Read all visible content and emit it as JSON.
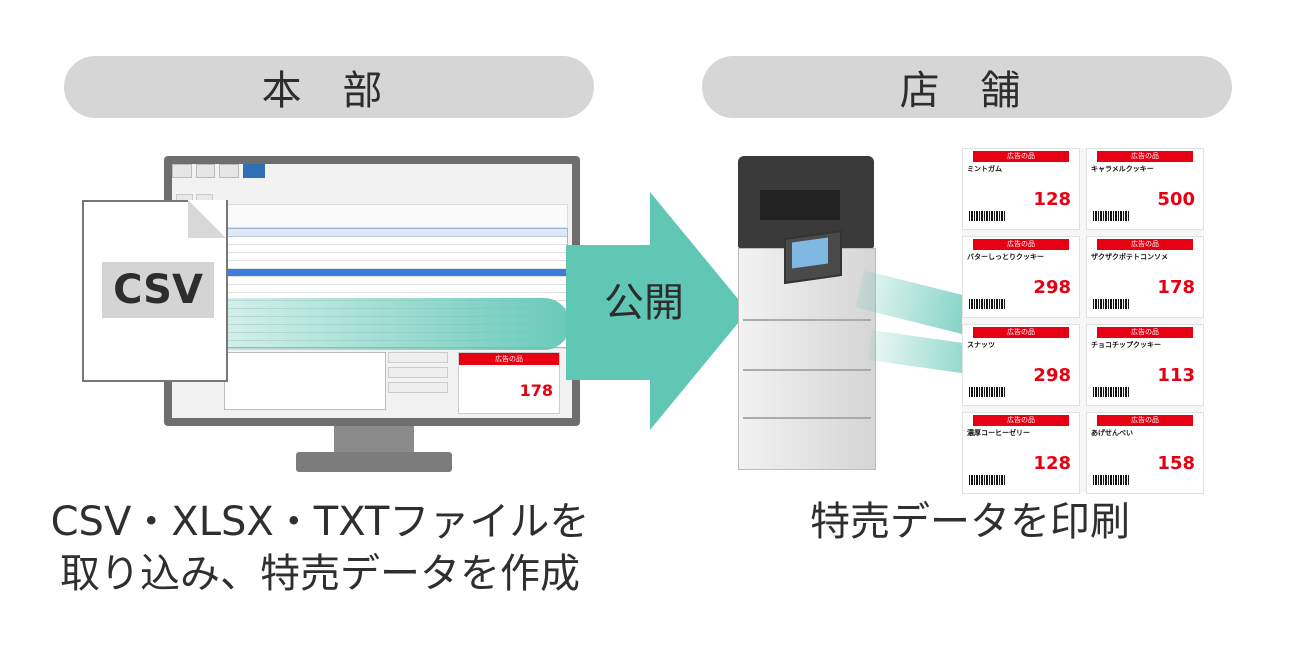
{
  "sections": {
    "headquarters": {
      "label": "本 部"
    },
    "store": {
      "label": "店 舗"
    }
  },
  "flow": {
    "publish_label": "公開"
  },
  "captions": {
    "headquarters_line1": "CSV・XLSX・TXTファイルを",
    "headquarters_line2": "取り込み、特売データを作成",
    "store": "特売データを印刷"
  },
  "csv_file": {
    "label": "CSV"
  },
  "colors": {
    "teal": "#61c7b5",
    "accent_red": "#e60012",
    "pill_gray": "#d6d6d6"
  },
  "tags": [
    {
      "header": "広告の品",
      "name": "ミントガム",
      "price": "128"
    },
    {
      "header": "広告の品",
      "name": "キャラメルクッキー",
      "price": "500"
    },
    {
      "header": "広告の品",
      "name": "バターしっとりクッキー",
      "price": "298"
    },
    {
      "header": "広告の品",
      "name": "ザクザクポテトコンソメ",
      "price": "178"
    },
    {
      "header": "広告の品",
      "name": "スナッツ",
      "price": "298"
    },
    {
      "header": "広告の品",
      "name": "チョコチップクッキー",
      "price": "113"
    },
    {
      "header": "広告の品",
      "name": "濃厚コーヒーゼリー",
      "price": "128"
    },
    {
      "header": "広告の品",
      "name": "あげせんべい",
      "price": "158"
    }
  ],
  "screen_tag": {
    "header": "広告の品",
    "price": "178"
  }
}
